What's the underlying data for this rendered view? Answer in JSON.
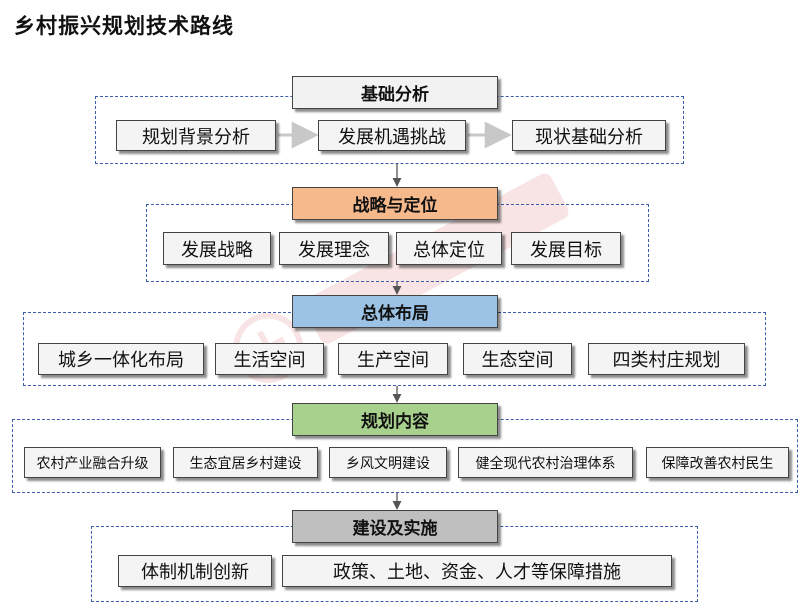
{
  "title": "乡村振兴规划技术路线",
  "stages": {
    "basic": {
      "label": "基础分析",
      "color": "#f2f2f2"
    },
    "strategy": {
      "label": "战略与定位",
      "color": "#f6b98c"
    },
    "layout": {
      "label": "总体布局",
      "color": "#9cc3e6"
    },
    "content": {
      "label": "规划内容",
      "color": "#a8d18d"
    },
    "implementation": {
      "label": "建设及实施",
      "color": "#bfbfbf"
    }
  },
  "basic_items": [
    "规划背景分析",
    "发展机遇挑战",
    "现状基础分析"
  ],
  "strategy_items": [
    "发展战略",
    "发展理念",
    "总体定位",
    "发展目标"
  ],
  "layout_items": [
    "城乡一体化布局",
    "生活空间",
    "生产空间",
    "生态空间",
    "四类村庄规划"
  ],
  "content_items": [
    "农村产业融合升级",
    "生态宜居乡村建设",
    "乡风文明建设",
    "健全现代农村治理体系",
    "保障改善农村民生"
  ],
  "implementation_items": [
    "体制机制创新",
    "政策、土地、资金、人才等保障措施"
  ],
  "colors": {
    "region_border": "#3b5eab",
    "arrow": "#555555",
    "arrow_light": "#c8c8c8"
  }
}
